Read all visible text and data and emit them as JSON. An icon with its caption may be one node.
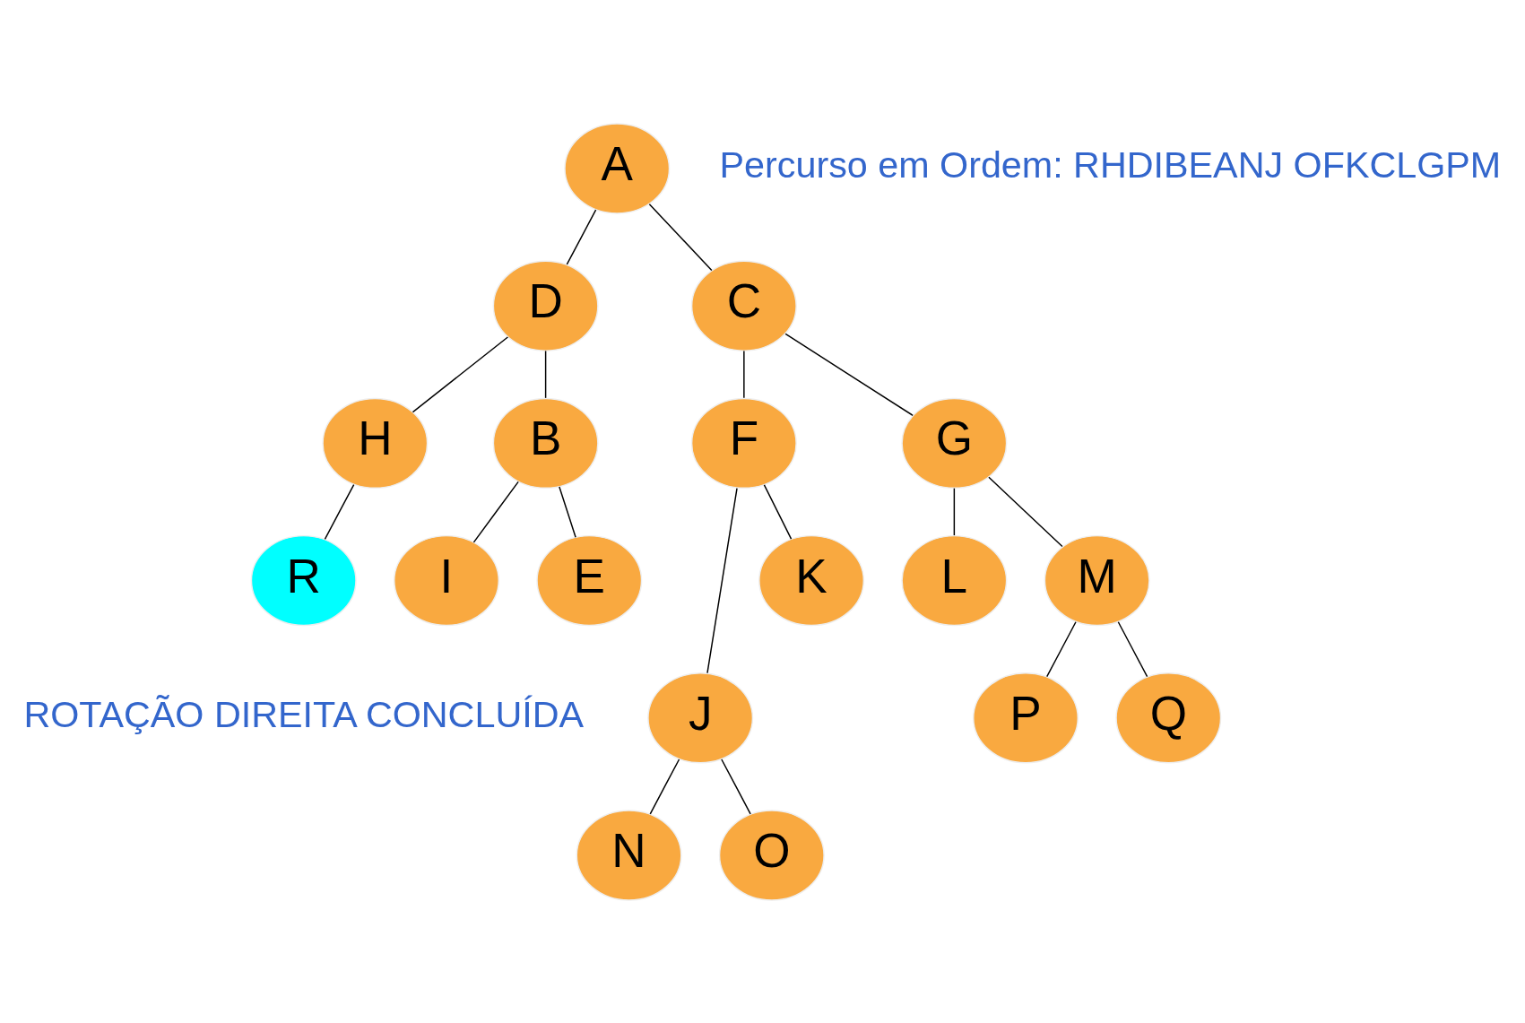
{
  "diagram": {
    "nodes": [
      {
        "text": [
          "A"
        ]
      },
      {
        "text": [
          "D"
        ]
      },
      {
        "text": [
          "C"
        ]
      },
      {
        "text": [
          "H"
        ]
      },
      {
        "text": [
          "B"
        ]
      },
      {
        "text": [
          "F"
        ]
      },
      {
        "text": [
          "G"
        ]
      },
      {
        "text": [
          "R"
        ]
      },
      {
        "text": [
          "I"
        ]
      },
      {
        "text": [
          "E"
        ]
      },
      {
        "text": [
          "J"
        ]
      },
      {
        "text": [
          "K"
        ]
      },
      {
        "text": [
          "L"
        ]
      },
      {
        "text": [
          "M"
        ]
      },
      {
        "text": [
          "N"
        ]
      },
      {
        "text": [
          "O"
        ]
      },
      {
        "text": [
          "P"
        ]
      },
      {
        "text": [
          "Q"
        ]
      }
    ],
    "edges": [
      {
        "from": 0,
        "to": 1,
        "arrow": "none"
      },
      {
        "from": 0,
        "to": 2,
        "arrow": "none"
      },
      {
        "from": 1,
        "to": 3,
        "arrow": "none"
      },
      {
        "from": 1,
        "to": 4,
        "arrow": "none"
      },
      {
        "from": 3,
        "to": 7,
        "arrow": "none"
      },
      {
        "from": 4,
        "to": 8,
        "arrow": "none"
      },
      {
        "from": 4,
        "to": 9,
        "arrow": "none"
      },
      {
        "from": 2,
        "to": 5,
        "arrow": "none"
      },
      {
        "from": 2,
        "to": 6,
        "arrow": "none"
      },
      {
        "from": 5,
        "to": 10,
        "arrow": "none"
      },
      {
        "from": 5,
        "to": 11,
        "arrow": "none"
      },
      {
        "from": 6,
        "to": 12,
        "arrow": "none"
      },
      {
        "from": 6,
        "to": 13,
        "arrow": "none"
      },
      {
        "from": 10,
        "to": 14,
        "arrow": "none"
      },
      {
        "from": 10,
        "to": 15,
        "arrow": "none"
      },
      {
        "from": 13,
        "to": 16,
        "arrow": "none"
      },
      {
        "from": 13,
        "to": 17,
        "arrow": "none"
      }
    ],
    "labels": [
      "Percurso em Ordem: RHDIBEANJ OFKCLGPM",
      "ROTAÇÃO DIREITA CONCLUÍDA"
    ]
  }
}
